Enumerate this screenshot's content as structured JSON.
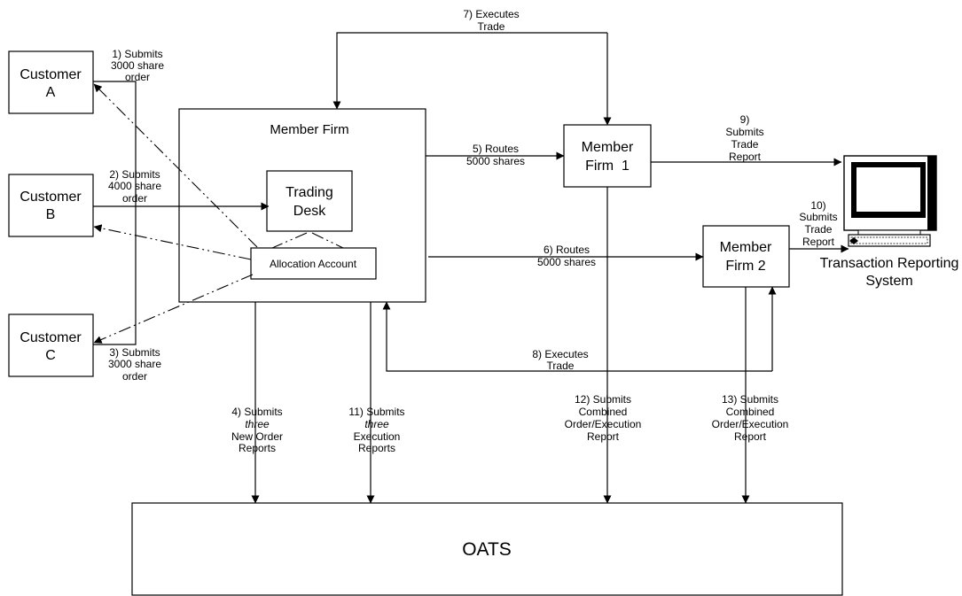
{
  "nodes": {
    "customer_a": [
      "Customer",
      "A"
    ],
    "customer_b": [
      "Customer",
      "B"
    ],
    "customer_c": [
      "Customer",
      "C"
    ],
    "member_firm": "Member Firm",
    "trading_desk": [
      "Trading",
      "Desk"
    ],
    "allocation_account": "Allocation Account",
    "member_firm_1": [
      "Member",
      "Firm  1"
    ],
    "member_firm_2": [
      "Member",
      "Firm 2"
    ],
    "trs": [
      "Transaction Reporting",
      "System"
    ],
    "oats": "OATS"
  },
  "edges": {
    "e1": [
      "1) Submits",
      "3000 share",
      "order"
    ],
    "e2": [
      "2) Submits",
      "4000 share",
      "order"
    ],
    "e3": [
      "3) Submits",
      "3000 share",
      "order"
    ],
    "e4": [
      "4) Submits",
      "three",
      "New Order",
      "Reports"
    ],
    "e5": [
      "5) Routes",
      "5000 shares"
    ],
    "e6": [
      "6) Routes",
      "5000 shares"
    ],
    "e7": [
      "7) Executes",
      "Trade"
    ],
    "e8": [
      "8) Executes",
      "Trade"
    ],
    "e9": [
      "9)",
      "Submits",
      "Trade",
      "Report"
    ],
    "e10": [
      "10)",
      "Submits",
      "Trade",
      "Report"
    ],
    "e11": [
      "11) Submits",
      "three",
      "Execution",
      "Reports"
    ],
    "e12": [
      "12) Submits",
      "Combined",
      "Order/Execution",
      "Report"
    ],
    "e13": [
      "13) Submits",
      "Combined",
      "Order/Execution",
      "Report"
    ]
  },
  "icons": {
    "trs": "computer-terminal-icon"
  }
}
